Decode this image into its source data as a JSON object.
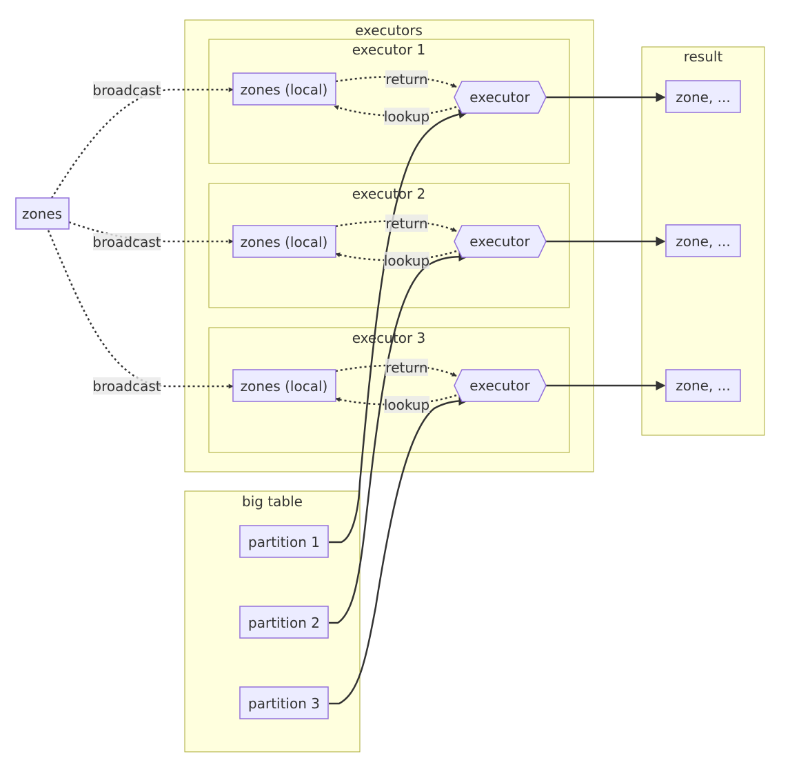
{
  "clusters": {
    "executors": "executors",
    "executor_1": "executor 1",
    "executor_2": "executor 2",
    "executor_3": "executor 3",
    "result": "result",
    "big_table": "big table"
  },
  "nodes": {
    "zones": "zones",
    "zones_local": "zones (local)",
    "executor": "executor",
    "result_item": "zone, ...",
    "partition_1": "partition 1",
    "partition_2": "partition 2",
    "partition_3": "partition 3"
  },
  "edge_labels": {
    "broadcast": "broadcast",
    "return": "return",
    "lookup": "lookup"
  },
  "colors": {
    "cluster_fill": "#ffffde",
    "cluster_stroke": "#aaaa33",
    "node_fill": "#ececff",
    "node_stroke": "#9370db",
    "edge": "#333333"
  }
}
